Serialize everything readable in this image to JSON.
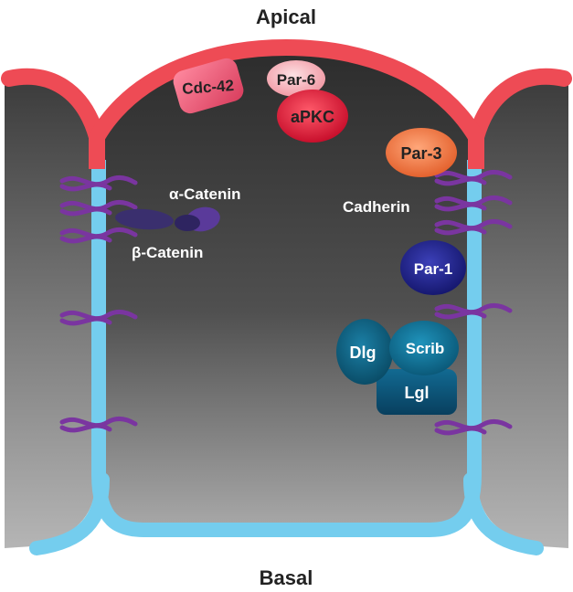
{
  "labels": {
    "apical": "Apical",
    "basal": "Basal",
    "cdc42": "Cdc-42",
    "par6": "Par-6",
    "apkc": "aPKC",
    "par3": "Par-3",
    "alpha_catenin": "α-Catenin",
    "beta_catenin": "β-Catenin",
    "cadherin": "Cadherin",
    "par1": "Par-1",
    "dlg": "Dlg",
    "scrib": "Scrib",
    "lgl": "Lgl"
  },
  "colors": {
    "apical_membrane": "#ee4b55",
    "lateral_membrane": "#74cdee",
    "cell_dark": "#3a3a3a",
    "cadherin": "#7a35a0",
    "catenin": "#3a2f6e",
    "cdc42": "#e0506e",
    "par6": "#f5b5bc",
    "apkc": "#e01e3c",
    "par3": "#f07a4a",
    "par1": "#23258a",
    "dlg": "#0e5f7e",
    "scrib": "#0f6e90",
    "lgl": "#0c4f73"
  }
}
